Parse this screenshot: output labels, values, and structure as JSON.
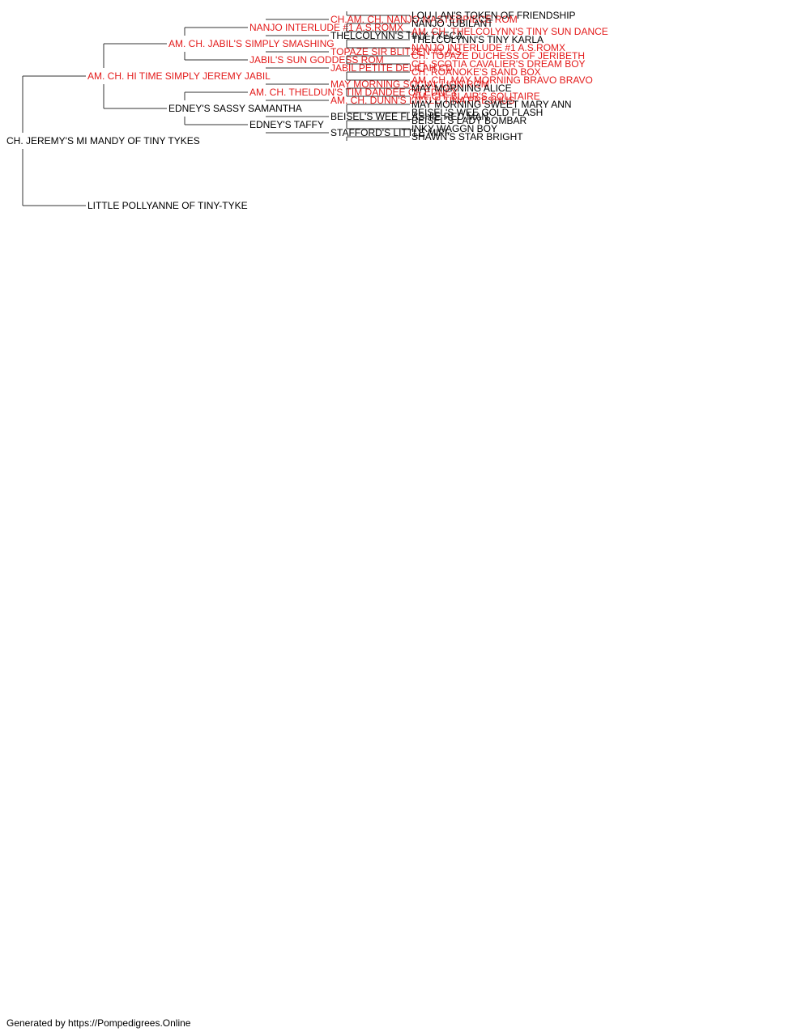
{
  "colors": {
    "champion_text": "#e31b1b",
    "normal_text": "#000000",
    "connector": "#333333"
  },
  "pedigree": {
    "name": "CH. JEREMY'S MI MANDY OF TINY TYKES",
    "highlight": false,
    "children": [
      {
        "name": "AM. CH. HI TIME SIMPLY JEREMY JABIL",
        "highlight": true,
        "children": [
          {
            "name": "AM. CH. JABIL'S SIMPLY SMASHING",
            "highlight": true,
            "children": [
              {
                "name": "NANJO INTERLUDE #1 A.S.ROMX",
                "highlight": true,
                "children": [
                  {
                    "name": "CH.AM. CH. NANJO MASTERPIECE ROM",
                    "highlight": true,
                    "children": [
                      {
                        "name": "LOU-LAN'S TOKEN OF FRIENDSHIP",
                        "highlight": false
                      },
                      {
                        "name": "NANJO JUBILANT",
                        "highlight": false
                      }
                    ]
                  },
                  {
                    "name": "THELCOLYNN'S TINY TYECA",
                    "highlight": false,
                    "children": [
                      {
                        "name": "AM. CH. THELCOLYNN'S TINY SUN DANCE",
                        "highlight": true
                      },
                      {
                        "name": "THELCOLYNN'S TINY KARLA",
                        "highlight": false
                      }
                    ]
                  }
                ]
              },
              {
                "name": "JABIL'S SUN GODDESS ROM",
                "highlight": true,
                "children": [
                  {
                    "name": "TOPAZE SIR BLITZEN #1 A.S.",
                    "highlight": true,
                    "children": [
                      {
                        "name": "NANJO INTERLUDE #1 A.S.ROMX",
                        "highlight": true
                      },
                      {
                        "name": "CH. TOPAZE DUCHESS OF JERIBETH",
                        "highlight": true
                      }
                    ]
                  },
                  {
                    "name": "JABIL PETITE DELILAH CD",
                    "highlight": true,
                    "children": [
                      {
                        "name": "CH. SCOTIA CAVALIER'S DREAM BOY",
                        "highlight": true
                      },
                      {
                        "name": "CH. ROANOKE'S BAND BOX",
                        "highlight": true
                      }
                    ]
                  }
                ]
              }
            ]
          },
          {
            "name": "EDNEY'S SASSY SAMANTHA",
            "highlight": false,
            "children": [
              {
                "name": "AM. CH. THELDUN'S TIM DANDEE OF EDNEY",
                "highlight": true,
                "children": [
                  {
                    "name": "MAY MORNING SOCIAL LION ROM",
                    "highlight": true,
                    "children": [
                      {
                        "name": "AM. CH. MAY MORNING BRAVO BRAVO",
                        "highlight": true
                      },
                      {
                        "name": "MAY MORNING ALICE",
                        "highlight": false
                      }
                    ]
                  },
                  {
                    "name": "AM. CH. DUNN'S LITTLE TINA PRESHUS",
                    "highlight": true,
                    "children": [
                      {
                        "name": "AM. CH. BLAIR'S SOLITAIRE",
                        "highlight": true
                      },
                      {
                        "name": "MAY MORNING SWEET MARY ANN",
                        "highlight": false
                      }
                    ]
                  }
                ]
              },
              {
                "name": "EDNEY'S TAFFY",
                "highlight": false,
                "children": [
                  {
                    "name": "BEISEL'S WEE FLASHIE RED MAN",
                    "highlight": false,
                    "children": [
                      {
                        "name": "BEISEL'S WEE GOLD FLASH",
                        "highlight": false
                      },
                      {
                        "name": "BEISEL'S LADY BOMBAR",
                        "highlight": false
                      }
                    ]
                  },
                  {
                    "name": "STAFFORD'S LITTLE MIFF",
                    "highlight": false,
                    "children": [
                      {
                        "name": "INKY WAGGN BOY",
                        "highlight": false
                      },
                      {
                        "name": "SHAWN'S STAR BRIGHT",
                        "highlight": false
                      }
                    ]
                  }
                ]
              }
            ]
          }
        ]
      },
      {
        "name": "LITTLE POLLYANNE OF TINY-TYKE",
        "highlight": false
      }
    ]
  },
  "footer": {
    "text": "Generated by https://Pompedigrees.Online"
  }
}
